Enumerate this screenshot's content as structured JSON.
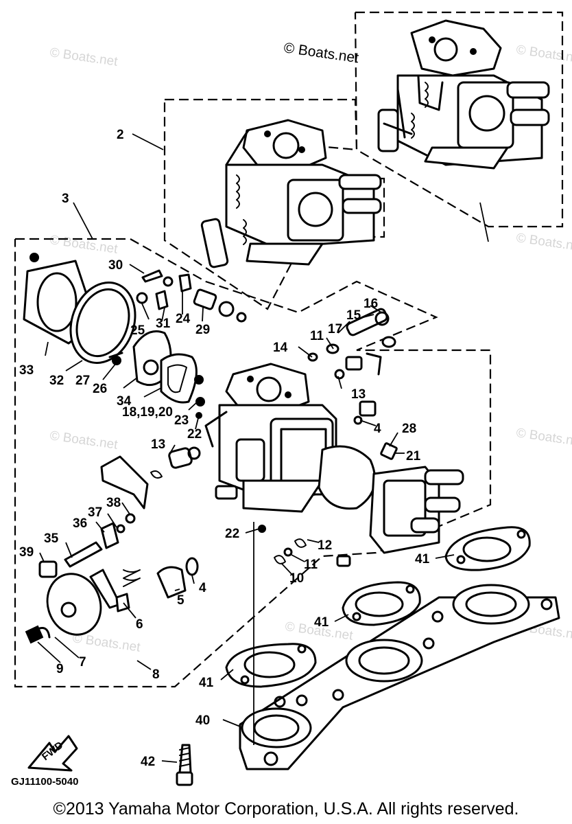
{
  "diagram": {
    "drawing_code": "GJ11100-5040",
    "front_arrow_label": "FWD",
    "copyright": "©2013 Yamaha Motor Corporation, U.S.A. All rights reserved.",
    "watermark_main": "© Boats.net",
    "watermark_faint": "© Boats.net",
    "part_labels": {
      "p2": "2",
      "p3": "3",
      "p4a": "4",
      "p4b": "4",
      "p5": "5",
      "p6": "6",
      "p7": "7",
      "p8": "8",
      "p9": "9",
      "p10": "10",
      "p11a": "11",
      "p11b": "11",
      "p12": "12",
      "p13a": "13",
      "p13b": "13",
      "p14": "14",
      "p15": "15",
      "p16": "16",
      "p17": "17",
      "p18": "18,19,20",
      "p21": "21",
      "p22a": "22",
      "p22b": "22",
      "p23": "23",
      "p24": "24",
      "p25": "25",
      "p26": "26",
      "p27": "27",
      "p28": "28",
      "p29": "29",
      "p30": "30",
      "p31": "31",
      "p32": "32",
      "p33": "33",
      "p34": "34",
      "p35": "35",
      "p36": "36",
      "p37": "37",
      "p38": "38",
      "p39": "39",
      "p40": "40",
      "p41a": "41",
      "p41b": "41",
      "p41c": "41",
      "p42": "42"
    }
  }
}
